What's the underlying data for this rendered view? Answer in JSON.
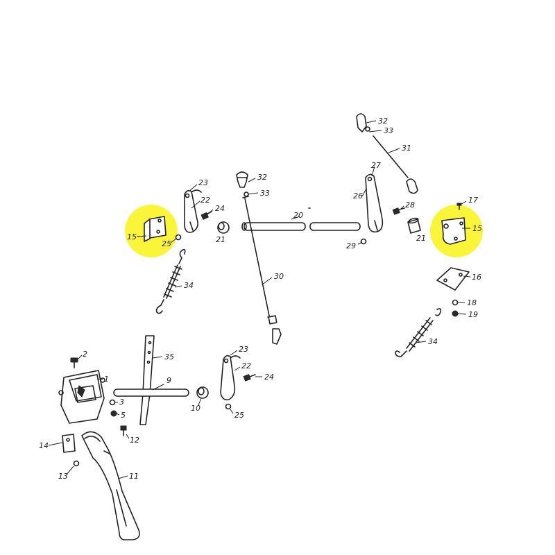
{
  "highlight_color": "#fbf53a",
  "ink_color": "#222222",
  "callouts": [
    {
      "id": "c1",
      "text": "1"
    },
    {
      "id": "c2",
      "text": "2"
    },
    {
      "id": "c3",
      "text": "3"
    },
    {
      "id": "c5",
      "text": "5"
    },
    {
      "id": "c9",
      "text": "9"
    },
    {
      "id": "c10",
      "text": "10"
    },
    {
      "id": "c11",
      "text": "11"
    },
    {
      "id": "c12",
      "text": "12"
    },
    {
      "id": "c13",
      "text": "13"
    },
    {
      "id": "c14",
      "text": "14"
    },
    {
      "id": "c15a",
      "text": "15"
    },
    {
      "id": "c15b",
      "text": "15"
    },
    {
      "id": "c16",
      "text": "16"
    },
    {
      "id": "c17",
      "text": "17"
    },
    {
      "id": "c18",
      "text": "18"
    },
    {
      "id": "c19",
      "text": "19"
    },
    {
      "id": "c20",
      "text": "20"
    },
    {
      "id": "c21a",
      "text": "21"
    },
    {
      "id": "c21b",
      "text": "21"
    },
    {
      "id": "c22a",
      "text": "22"
    },
    {
      "id": "c22b",
      "text": "22"
    },
    {
      "id": "c23a",
      "text": "23"
    },
    {
      "id": "c23b",
      "text": "23"
    },
    {
      "id": "c24a",
      "text": "24"
    },
    {
      "id": "c24b",
      "text": "24"
    },
    {
      "id": "c25a",
      "text": "25"
    },
    {
      "id": "c25b",
      "text": "25"
    },
    {
      "id": "c26",
      "text": "26"
    },
    {
      "id": "c27",
      "text": "27"
    },
    {
      "id": "c28",
      "text": "28"
    },
    {
      "id": "c29",
      "text": "29"
    },
    {
      "id": "c30",
      "text": "30"
    },
    {
      "id": "c31",
      "text": "31"
    },
    {
      "id": "c32a",
      "text": "32"
    },
    {
      "id": "c32b",
      "text": "32"
    },
    {
      "id": "c33a",
      "text": "33"
    },
    {
      "id": "c33b",
      "text": "33"
    },
    {
      "id": "c34a",
      "text": "34"
    },
    {
      "id": "c34b",
      "text": "34"
    },
    {
      "id": "c35",
      "text": "35"
    }
  ]
}
